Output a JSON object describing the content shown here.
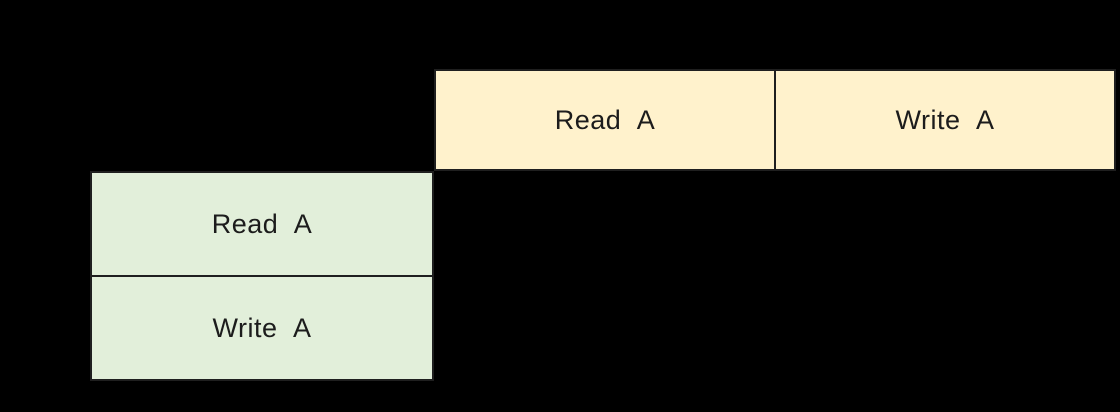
{
  "diagram": {
    "background_color": "#000000",
    "border_color": "#1f1f1f",
    "text_color": "#1c1c1c",
    "tracks": [
      {
        "id": "top-right-track",
        "fill_color": "#FFF2CC",
        "cells": [
          {
            "label": "Read A"
          },
          {
            "label": "Write A"
          }
        ]
      },
      {
        "id": "bottom-left-track",
        "fill_color": "#E2EFDA",
        "cells": [
          {
            "label": "Read A"
          },
          {
            "label": "Write A"
          }
        ]
      }
    ]
  }
}
